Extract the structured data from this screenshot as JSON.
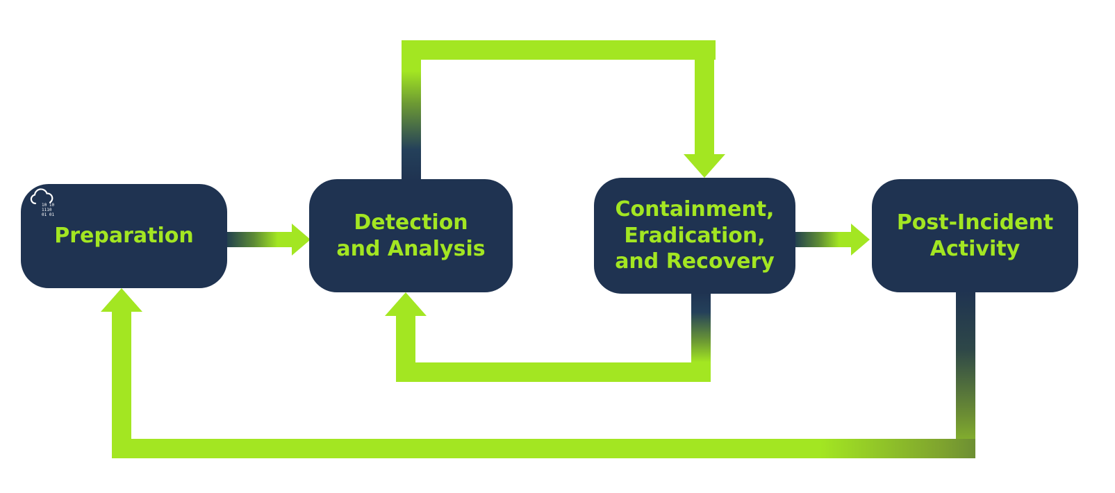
{
  "colors": {
    "box_background": "#1f3351",
    "accent_green": "#a3e622",
    "page_background": "#ffffff"
  },
  "stages": [
    {
      "label": "Preparation"
    },
    {
      "label": "Detection\nand Analysis"
    },
    {
      "label": "Containment,\nEradication,\nand Recovery"
    },
    {
      "label": "Post-Incident\nActivity"
    }
  ],
  "icons": {
    "cloud_binary": {
      "name": "cloud-binary-icon",
      "line1": "10 10",
      "line2": "1110",
      "line3": "01 01"
    }
  }
}
